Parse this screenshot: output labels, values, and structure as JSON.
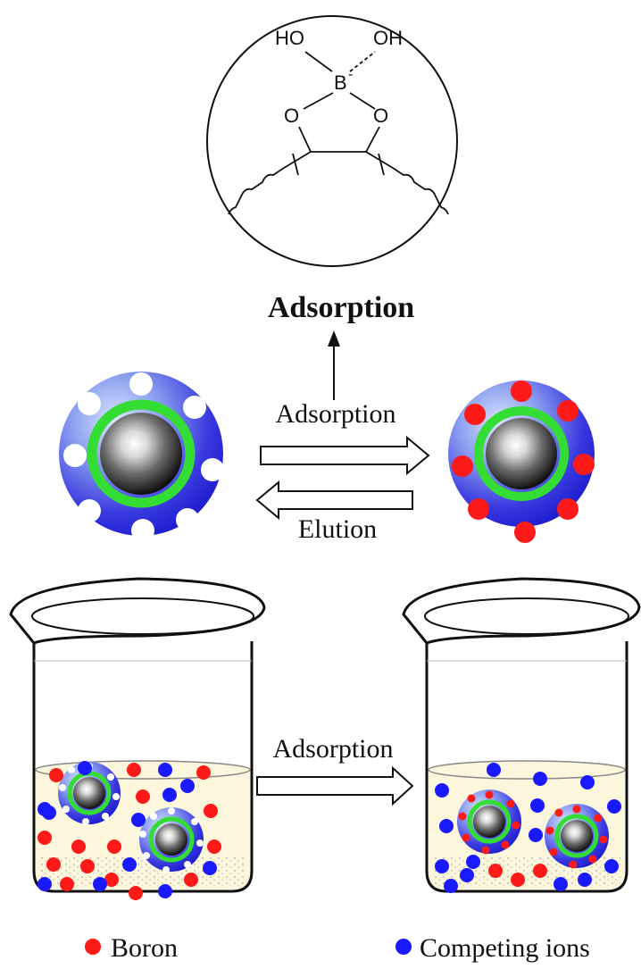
{
  "molecule": {
    "oh_left": "HO",
    "oh_right": "OH",
    "boron": "B",
    "boron_charge": "-",
    "oxygen_left": "O",
    "oxygen_right": "O"
  },
  "labels": {
    "adsorption_title": "Adsorption",
    "arrow_forward": "Adsorption",
    "arrow_back": "Elution",
    "beaker_arrow": "Adsorption"
  },
  "legend": {
    "boron": "Boron",
    "competing": "Competing ions"
  },
  "colors": {
    "boron": "#ff1a1a",
    "competing": "#1a1aff",
    "ring": "#33dd33",
    "shell": "#2222dd"
  }
}
